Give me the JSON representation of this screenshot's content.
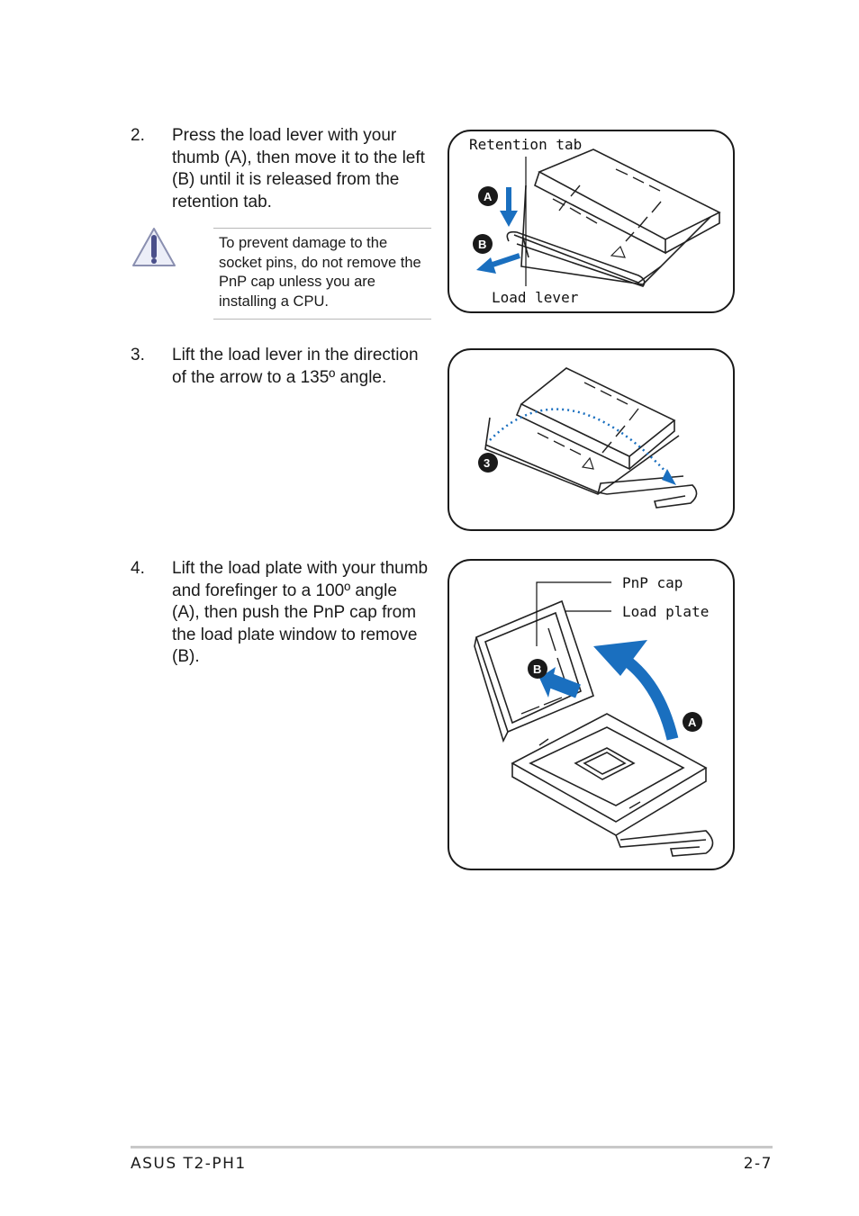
{
  "steps": [
    {
      "num": "2.",
      "text": "Press the load lever with your thumb (A), then move it to the left (B) until it is released from the retention tab."
    },
    {
      "num": "3.",
      "text": "Lift the load lever in the direction of the arrow to a 135º angle."
    },
    {
      "num": "4.",
      "text": "Lift the load plate with your thumb and forefinger to a 100º angle (A), then push the PnP cap from the load plate window to remove (B)."
    }
  ],
  "caution": {
    "icon": "warning-triangle-icon",
    "text": "To prevent damage to the socket pins, do not remove the PnP cap unless you are installing a CPU."
  },
  "figures": {
    "fig1": {
      "retention_tab": "Retention tab",
      "load_lever": "Load lever",
      "badge_a": "A",
      "badge_b": "B"
    },
    "fig2": {
      "badge_3": "3"
    },
    "fig3": {
      "pnp_cap": "PnP cap",
      "load_plate": "Load plate",
      "badge_a": "A",
      "badge_b": "B"
    }
  },
  "footer": {
    "left": "ASUS T2-PH1",
    "right": "2-7"
  },
  "colors": {
    "accent": "#1a6fbf",
    "text": "#1a1a1a"
  }
}
